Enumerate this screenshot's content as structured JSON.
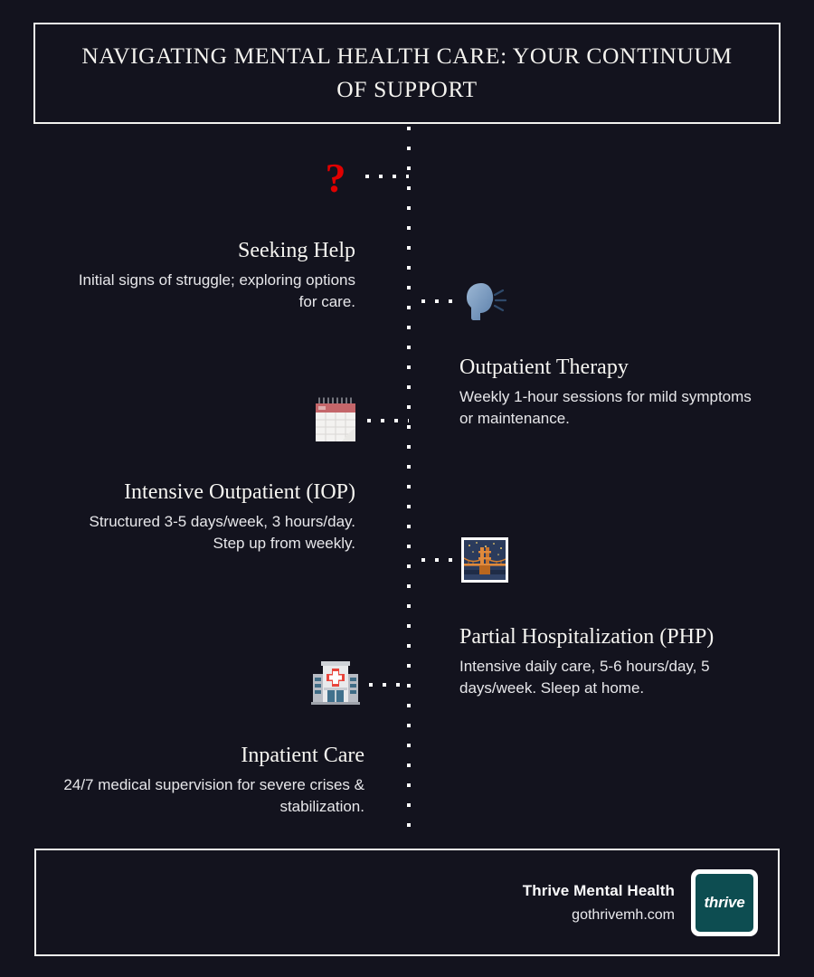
{
  "background_color": "#13131e",
  "border_color": "#f2f2ee",
  "title": {
    "text": "NAVIGATING MENTAL HEALTH CARE: YOUR CONTINUUM OF SUPPORT"
  },
  "timeline": {
    "spine_color": "#ffffff",
    "stages": [
      {
        "title": "Seeking Help",
        "description": "Initial signs of struggle; exploring options for care.",
        "side": "left",
        "icon": "red-question-mark-icon",
        "icon_glyph": "?",
        "icon_color": "#e00000"
      },
      {
        "title": "Outpatient Therapy",
        "description": "Weekly 1-hour sessions for mild symptoms or maintenance.",
        "side": "right",
        "icon": "speaking-head-icon",
        "icon_glyph": "speaking-head",
        "icon_color": "#6f93bb"
      },
      {
        "title": "Intensive Outpatient (IOP)",
        "description": "Structured 3-5 days/week, 3 hours/day. Step up from weekly.",
        "side": "left",
        "icon": "tear-off-calendar-icon",
        "icon_glyph": "calendar",
        "icon_color": "#c45c5c"
      },
      {
        "title": "Partial Hospitalization (PHP)",
        "description": "Intensive daily care, 5-6 hours/day, 5 days/week. Sleep at home.",
        "side": "right",
        "icon": "bridge-at-night-icon",
        "icon_glyph": "bridge-at-night",
        "icon_color": "#e08a3c"
      },
      {
        "title": "Inpatient Care",
        "description": "24/7 medical supervision for severe crises & stabilization.",
        "side": "left",
        "icon": "hospital-icon",
        "icon_glyph": "hospital",
        "icon_color": "#e8453c"
      }
    ]
  },
  "footer": {
    "brand_name": "Thrive Mental Health",
    "url": "gothrivemh.com",
    "logo_word": "thrive",
    "logo_bg": "#0d4d51",
    "logo_border": "#ffffff"
  }
}
